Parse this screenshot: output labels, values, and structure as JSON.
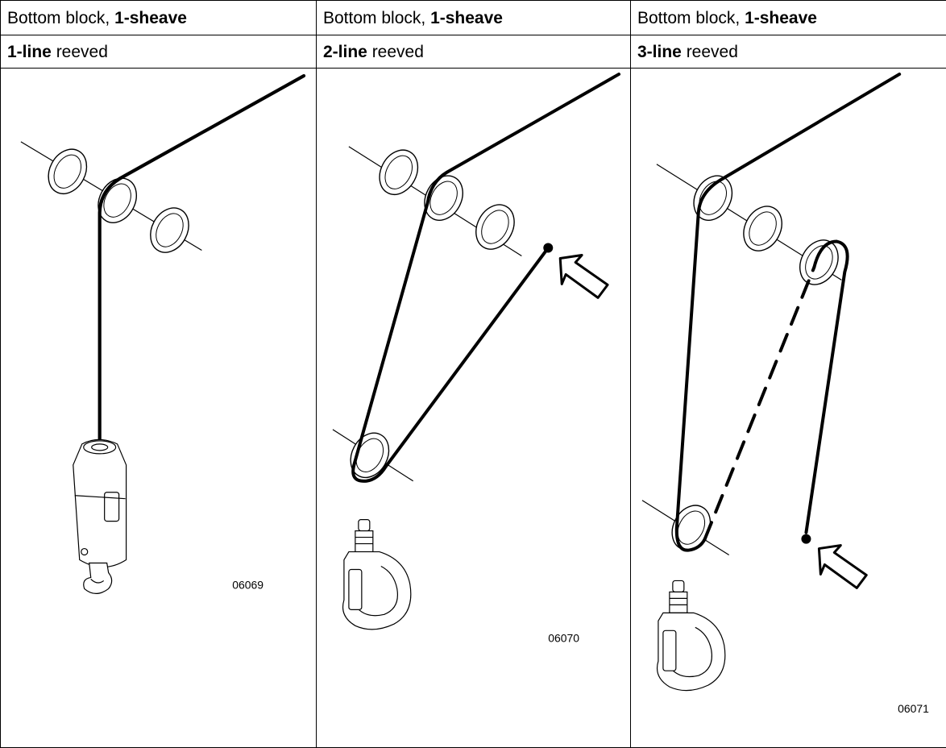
{
  "columns": [
    {
      "heading_prefix": "Bottom block, ",
      "heading_bold": "1-sheave",
      "reeving_bold": "1-line",
      "reeving_suffix": " reeved",
      "figure_code": "06069"
    },
    {
      "heading_prefix": "Bottom block, ",
      "heading_bold": "1-sheave",
      "reeving_bold": "2-line",
      "reeving_suffix": " reeved",
      "figure_code": "06070"
    },
    {
      "heading_prefix": "Bottom block, ",
      "heading_bold": "1-sheave",
      "reeving_bold": "3-line",
      "reeving_suffix": " reeved",
      "figure_code": "06071"
    }
  ]
}
